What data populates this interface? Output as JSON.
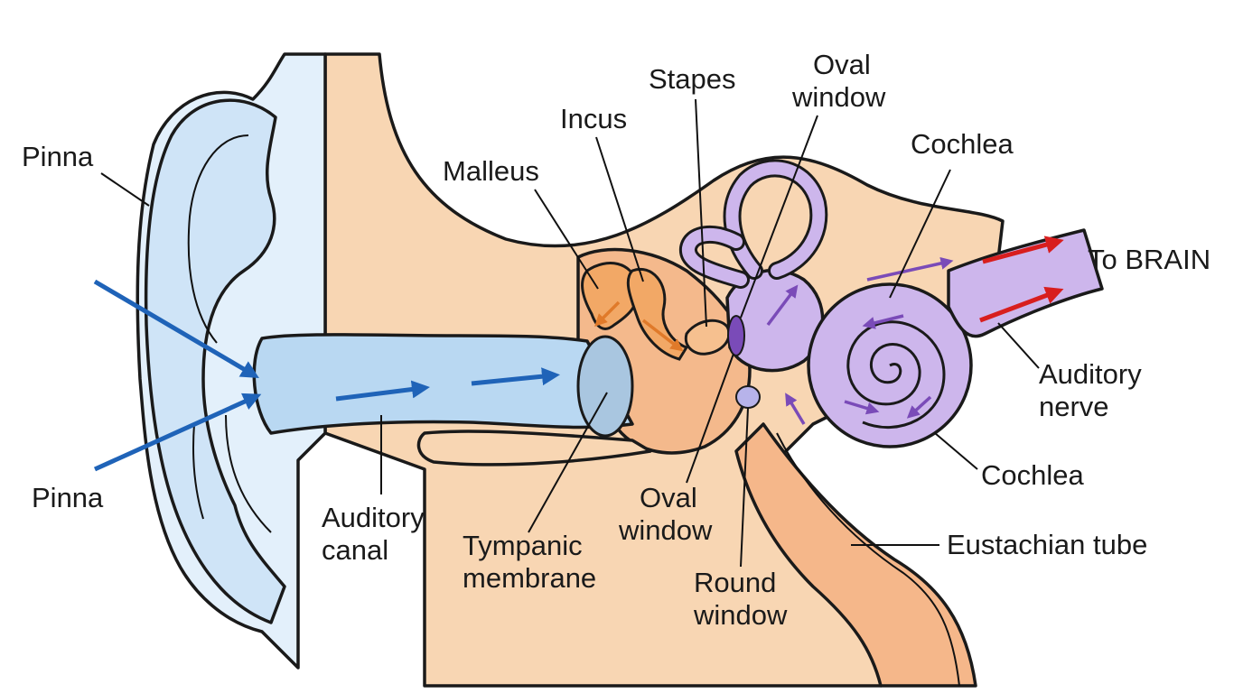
{
  "colors": {
    "outer_ear": "#cfe4f7",
    "outer_ear_light": "#e3f0fb",
    "canal": "#b9d8f2",
    "tissue": "#f8d6b3",
    "middle_ear": "#f4b98c",
    "ossicles": "#f2a866",
    "inner_ear": "#cdb6ec",
    "inner_ear_dark": "#7a4bb8",
    "tympanic": "#a9c6e0",
    "sound_arrow": "#1f63b8",
    "brain_arrow": "#d81e1e"
  },
  "labels": {
    "pinna_top": "Pinna",
    "pinna_bottom": "Pinna",
    "auditory_canal_1": "Auditory",
    "auditory_canal_2": "canal",
    "tympanic_1": "Tympanic",
    "tympanic_2": "membrane",
    "malleus": "Malleus",
    "incus": "Incus",
    "stapes": "Stapes",
    "oval_window_top_1": "Oval",
    "oval_window_top_2": "window",
    "oval_window_bottom_1": "Oval",
    "oval_window_bottom_2": "window",
    "round_window_1": "Round",
    "round_window_2": "window",
    "cochlea_top": "Cochlea",
    "cochlea_bottom": "Cochlea",
    "to_brain": "To BRAIN",
    "auditory_nerve_1": "Auditory",
    "auditory_nerve_2": "nerve",
    "eustachian_tube": "Eustachian tube"
  }
}
